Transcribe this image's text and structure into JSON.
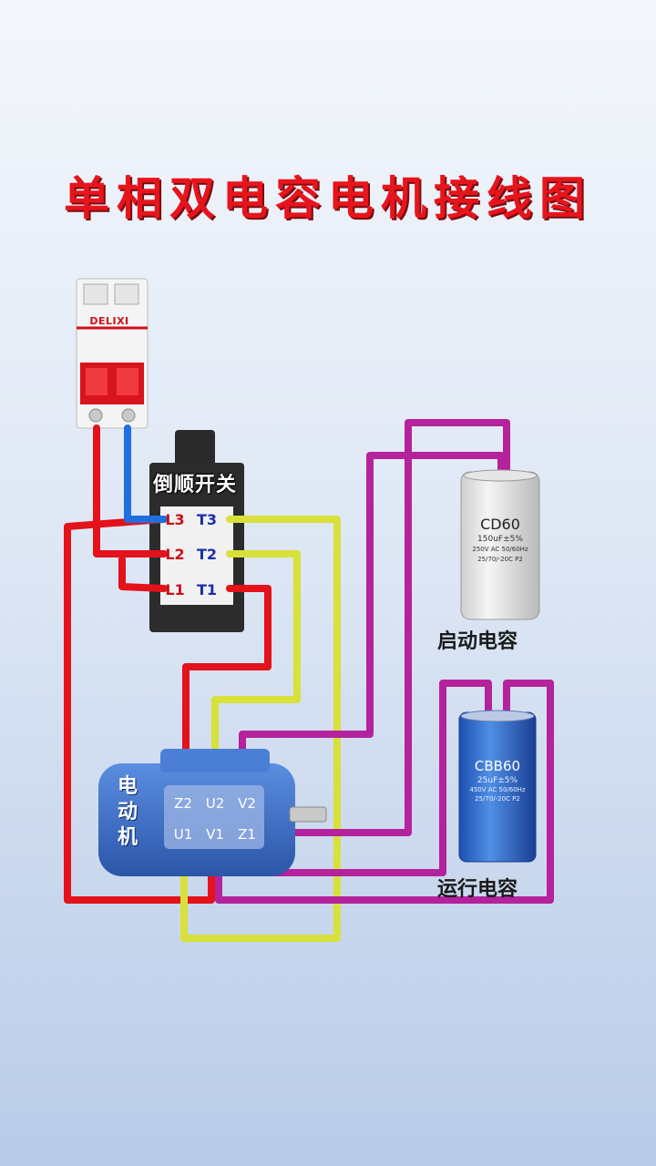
{
  "title": "单相双电容电机接线图",
  "breaker": {
    "brand": "DELIXI"
  },
  "switch": {
    "title": "倒顺开关",
    "terminals": {
      "L3": "L3",
      "T3": "T3",
      "L2": "L2",
      "T2": "T2",
      "L1": "L1",
      "T1": "T1"
    }
  },
  "motor": {
    "label": "电动机",
    "terminals": {
      "Z2": "Z2",
      "U2": "U2",
      "V2": "V2",
      "U1": "U1",
      "V1": "V1",
      "Z1": "Z1"
    }
  },
  "start_capacitor": {
    "model": "CD60",
    "spec_line1": "150uF±5%",
    "spec_line2": "250V AC 50/60Hz",
    "spec_line3": "25/70/-20C P2",
    "label": "启动电容"
  },
  "run_capacitor": {
    "model": "CBB60",
    "spec_line1": "25uF±5%",
    "spec_line2": "450V AC 50/60Hz",
    "spec_line3": "25/70/-20C P2",
    "label": "运行电容"
  },
  "colors": {
    "red_wire": "#e3121b",
    "blue_wire": "#1f6fe0",
    "yellow_wire": "#d8e03a",
    "magenta_wire": "#b4229c",
    "motor_body": "#3f6fc8",
    "title": "#e8141c"
  }
}
